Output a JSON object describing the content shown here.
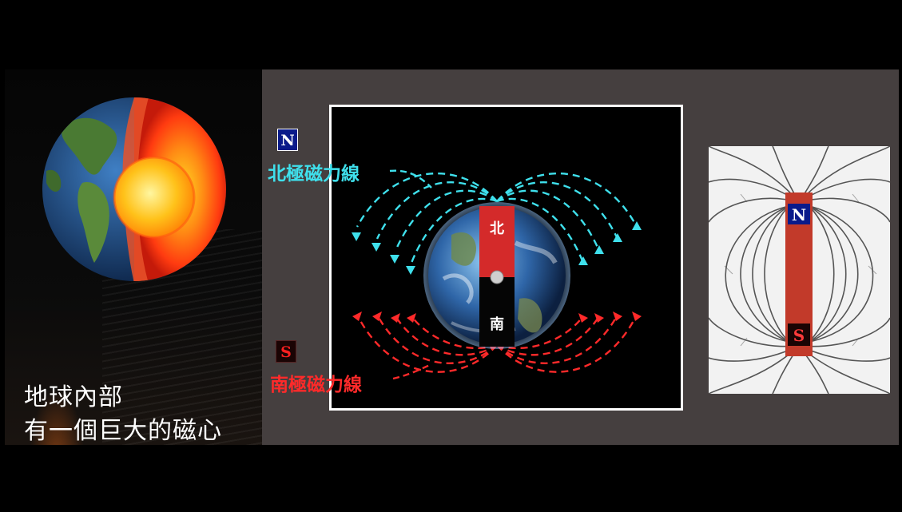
{
  "caption": {
    "line1": "地球內部",
    "line2": "有一個巨大的磁心"
  },
  "diagram": {
    "badge_north": "N",
    "badge_south": "S",
    "label_north": "北極磁力線",
    "label_south": "南極磁力線",
    "magnet_north": "北",
    "magnet_south": "南"
  },
  "filings_magnet": {
    "north": "N",
    "south": "S"
  },
  "colors": {
    "north_lines": "#3fe0ec",
    "south_lines": "#ff2a2a",
    "slide_bg": "#453f3f",
    "magnet_red": "#d42a2a"
  },
  "icons": [
    "earth-cutaway-illustration",
    "earth-globe-image",
    "bar-magnet",
    "iron-filings-photo"
  ]
}
